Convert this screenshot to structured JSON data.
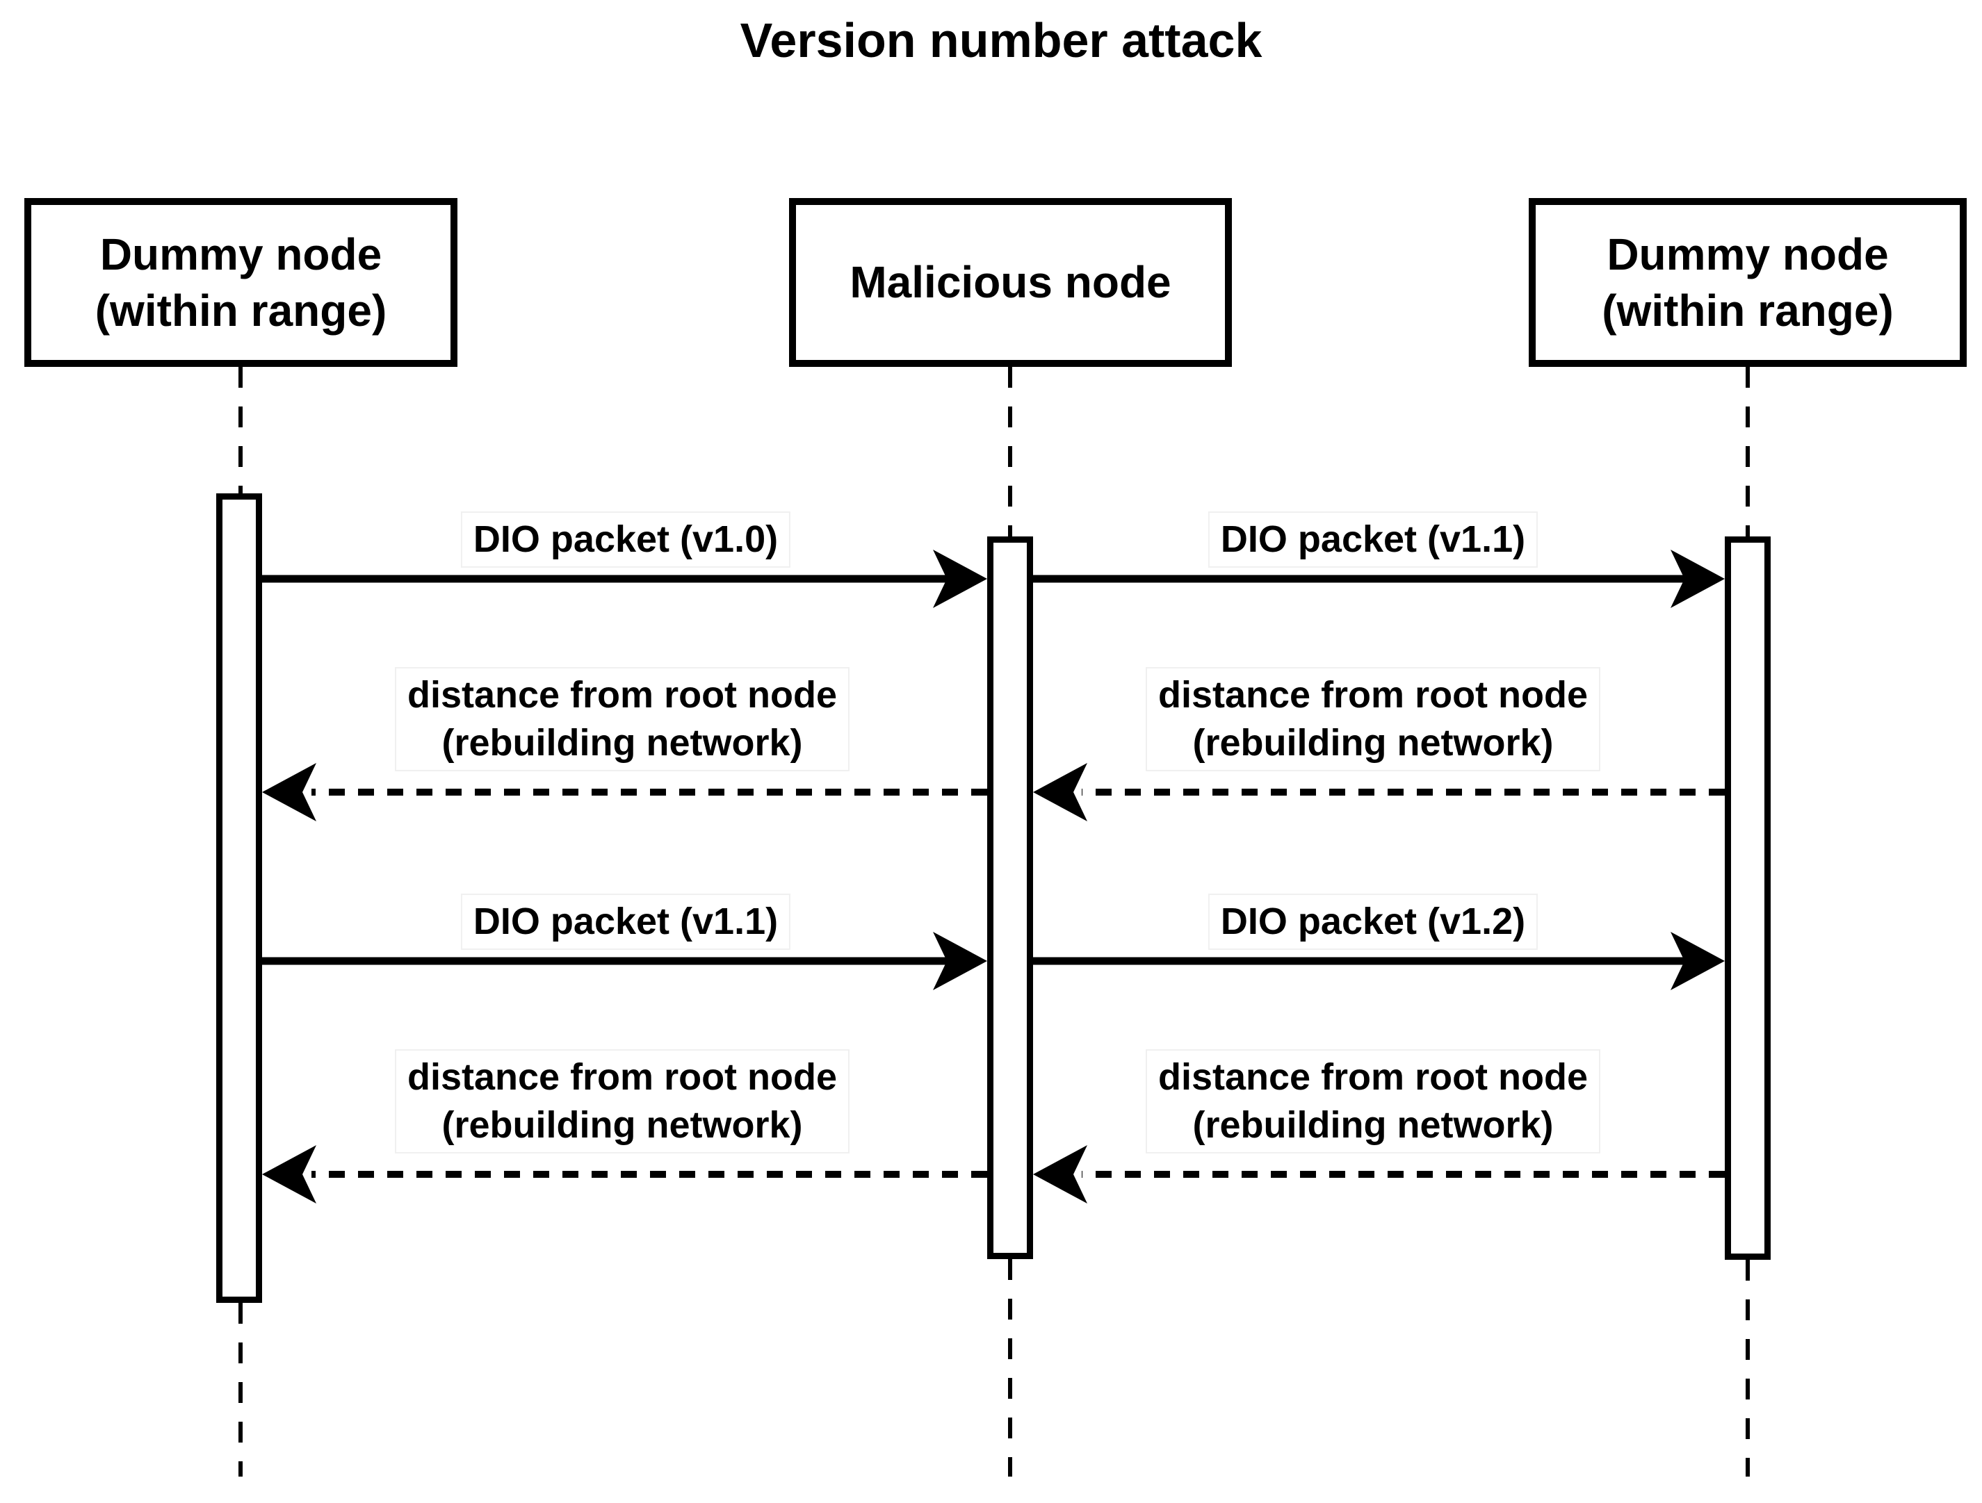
{
  "title": "Version number attack",
  "actors": [
    {
      "name": "Dummy node",
      "qualifier": "(within range)"
    },
    {
      "name": "Malicious node",
      "qualifier": ""
    },
    {
      "name": "Dummy node",
      "qualifier": "(within range)"
    }
  ],
  "messages": [
    {
      "type": "solid",
      "from": "dummy-left",
      "to": "malicious",
      "line1": "DIO packet (v1.0)",
      "line2": ""
    },
    {
      "type": "solid",
      "from": "malicious",
      "to": "dummy-right",
      "line1": "DIO packet (v1.1)",
      "line2": ""
    },
    {
      "type": "dashed",
      "from": "malicious",
      "to": "dummy-left",
      "line1": "distance from root node",
      "line2": "(rebuilding network)"
    },
    {
      "type": "dashed",
      "from": "dummy-right",
      "to": "malicious",
      "line1": "distance from root node",
      "line2": "(rebuilding network)"
    },
    {
      "type": "solid",
      "from": "dummy-left",
      "to": "malicious",
      "line1": "DIO packet (v1.1)",
      "line2": ""
    },
    {
      "type": "solid",
      "from": "malicious",
      "to": "dummy-right",
      "line1": "DIO packet (v1.2)",
      "line2": ""
    },
    {
      "type": "dashed",
      "from": "malicious",
      "to": "dummy-left",
      "line1": "distance from root node",
      "line2": "(rebuilding network)"
    },
    {
      "type": "dashed",
      "from": "dummy-right",
      "to": "malicious",
      "line1": "distance from root node",
      "line2": "(rebuilding network)"
    }
  ],
  "colors": {
    "ink": "#000000",
    "background": "#ffffff",
    "label_background": "#ffffff"
  }
}
